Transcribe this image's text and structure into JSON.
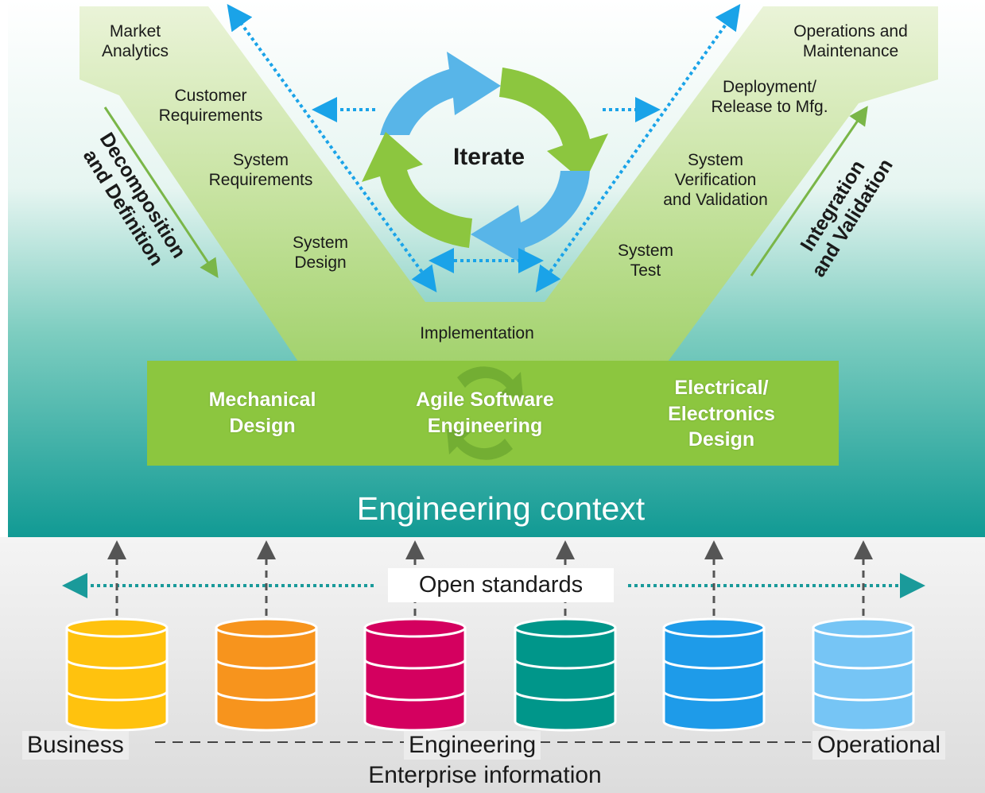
{
  "v_model": {
    "left_stages": [
      "Market\nAnalytics",
      "Customer\nRequirements",
      "System\nRequirements",
      "System\nDesign"
    ],
    "right_stages": [
      "Operations and\nMaintenance",
      "Deployment/\nRelease to Mfg.",
      "System\nVerification\nand Validation",
      "System\nTest"
    ],
    "bottom_stage": "Implementation",
    "left_side_label": "Decomposition\nand Definition",
    "right_side_label": "Integration\nand Validation",
    "center_label": "Iterate"
  },
  "implementation_box": {
    "items": [
      "Mechanical\nDesign",
      "Agile Software\nEngineering",
      "Electrical/\nElectronics\nDesign"
    ]
  },
  "context_label": "Engineering context",
  "open_standards_label": "Open standards",
  "databases": [
    {
      "name": "business-database",
      "color": "#ffc20e"
    },
    {
      "name": "business-engineering-database",
      "color": "#f7941d"
    },
    {
      "name": "engineering-database-magenta",
      "color": "#d4005f"
    },
    {
      "name": "engineering-database-teal",
      "color": "#00968a"
    },
    {
      "name": "operational-engineering-database",
      "color": "#1e9be9"
    },
    {
      "name": "operational-database",
      "color": "#76c5f5"
    }
  ],
  "bottom": {
    "business": "Business",
    "engineering": "Engineering",
    "operational": "Operational",
    "caption": "Enterprise information"
  },
  "colors": {
    "teal": "#119a94",
    "green": "#8cc63f",
    "blue": "#4fb3e8",
    "dotted_blue": "#1aa3e8",
    "dotted_teal": "#1a9a9a",
    "gray_bg": "#e9e9e9"
  }
}
